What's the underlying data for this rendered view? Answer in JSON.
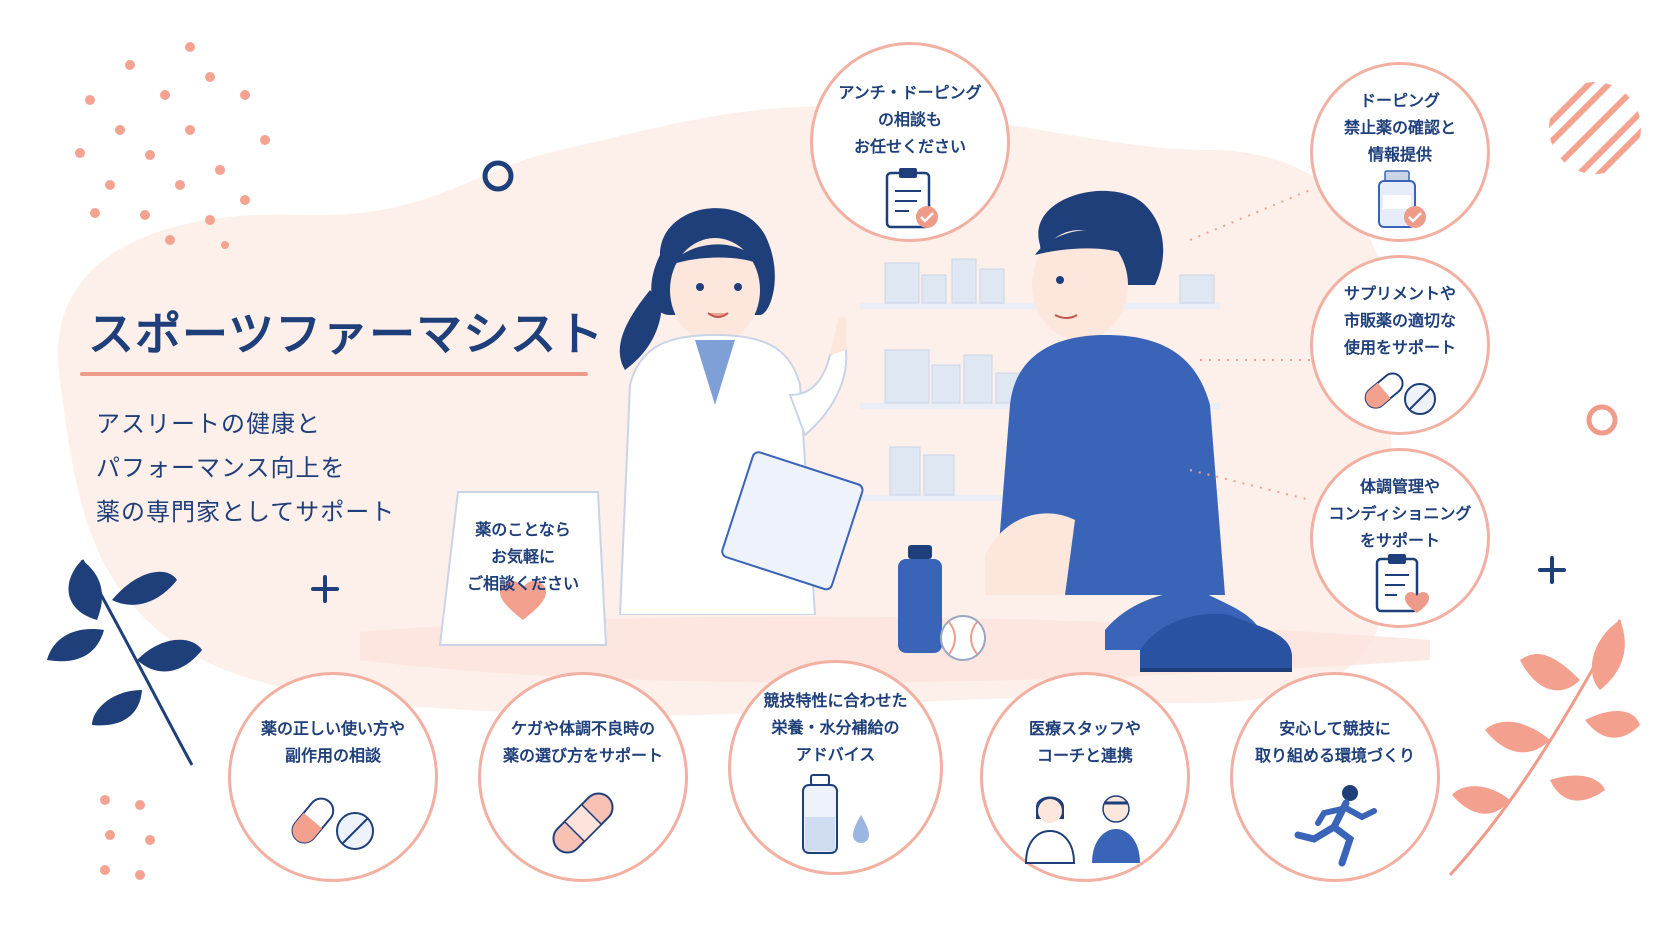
{
  "title": "スポーツファーマシスト",
  "subtitle_lines": [
    "アスリートの健康と",
    "パフォーマンス向上を",
    "薬の専門家としてサポート"
  ],
  "sign_lines": [
    "薬のことなら",
    "お気軽に",
    "ご相談ください"
  ],
  "top_bubble": {
    "lines": [
      "アンチ・ドーピング",
      "の相談も",
      "お任せください"
    ],
    "icon": "clipboard-check-icon"
  },
  "right_bubbles": [
    {
      "lines": [
        "ドーピング",
        "禁止薬の確認と",
        "情報提供"
      ],
      "icon": "medicine-bottle-check-icon"
    },
    {
      "lines": [
        "サプリメントや",
        "市販薬の適切な",
        "使用をサポート"
      ],
      "icon": "capsule-tablet-icon"
    },
    {
      "lines": [
        "体調管理や",
        "コンディショニング",
        "をサポート"
      ],
      "icon": "clipboard-heart-icon"
    }
  ],
  "bottom_bubbles": [
    {
      "lines": [
        "薬の正しい使い方や",
        "副作用の相談"
      ],
      "icon": "capsule-tablet-icon"
    },
    {
      "lines": [
        "ケガや体調不良時の",
        "薬の選び方をサポート"
      ],
      "icon": "bandage-icon"
    },
    {
      "lines": [
        "競技特性に合わせた",
        "栄養・水分補給の",
        "アドバイス"
      ],
      "icon": "water-bottle-drop-icon"
    },
    {
      "lines": [
        "医療スタッフや",
        "コーチと連携"
      ],
      "icon": "staff-coach-icon"
    },
    {
      "lines": [
        "安心して競技に",
        "取り組める環境づくり"
      ],
      "icon": "runner-icon"
    }
  ],
  "colors": {
    "navy": "#1f3f7a",
    "blue": "#3a64b8",
    "coral": "#ee9b8a",
    "blush": "#fdeee8"
  }
}
